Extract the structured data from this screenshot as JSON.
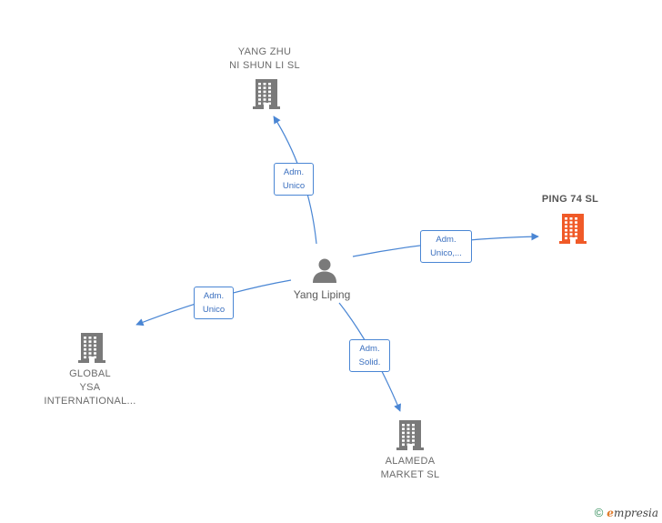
{
  "colors": {
    "company": "#7a7a7a",
    "company_highlight": "#f05a28",
    "person": "#7a7a7a",
    "edge": "#4a86d4"
  },
  "person": {
    "name": "Yang Liping",
    "icon": "person-icon"
  },
  "companies": [
    {
      "id": "yang-zhu",
      "lines": [
        "YANG ZHU",
        "NI SHUN LI  SL"
      ],
      "icon": "building-icon",
      "highlight": false
    },
    {
      "id": "ping-74",
      "lines": [
        "PING 74  SL"
      ],
      "icon": "building-icon",
      "highlight": true
    },
    {
      "id": "global-ysa",
      "lines": [
        "GLOBAL",
        "YSA",
        "INTERNATIONAL..."
      ],
      "icon": "building-icon",
      "highlight": false
    },
    {
      "id": "alameda",
      "lines": [
        "ALAMEDA",
        "MARKET  SL"
      ],
      "icon": "building-icon",
      "highlight": false
    }
  ],
  "edges": [
    {
      "to": "yang-zhu",
      "lines": [
        "Adm.",
        "Unico"
      ]
    },
    {
      "to": "ping-74",
      "lines": [
        "Adm.",
        "Unico,..."
      ]
    },
    {
      "to": "global-ysa",
      "lines": [
        "Adm.",
        "Unico"
      ]
    },
    {
      "to": "alameda",
      "lines": [
        "Adm.",
        "Solid."
      ]
    }
  ],
  "footer": {
    "copyright_symbol": "©",
    "brand_initial": "e",
    "brand_rest": "mpresia"
  }
}
